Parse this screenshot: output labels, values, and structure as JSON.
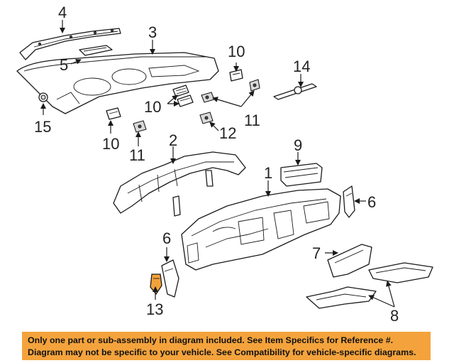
{
  "diagram": {
    "callouts": {
      "c1": "1",
      "c2": "2",
      "c3": "3",
      "c4": "4",
      "c5": "5",
      "c6a": "6",
      "c6b": "6",
      "c7": "7",
      "c8": "8",
      "c9": "9",
      "c10a": "10",
      "c10b": "10",
      "c10c": "10",
      "c11a": "11",
      "c11b": "11",
      "c12": "12",
      "c13": "13",
      "c14": "14",
      "c15": "15"
    },
    "colors": {
      "highlight": "#f2a23a",
      "banner": "#f4a33c"
    }
  },
  "banner": {
    "line1": "Only one part or sub-assembly in diagram included. See Item Specifics for Reference #.",
    "line2": "Diagram may not be specific to your vehicle. See Compatibility for vehicle-specific diagrams."
  }
}
